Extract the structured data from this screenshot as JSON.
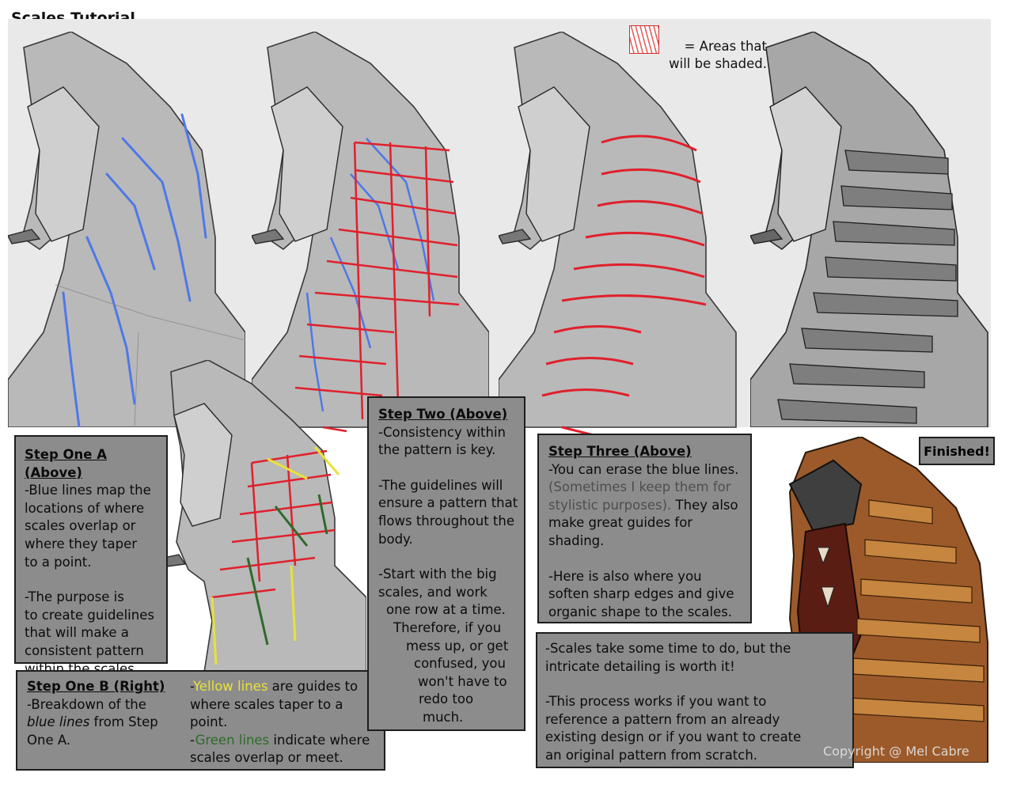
{
  "title": "Scales Tutorial",
  "legend": {
    "line1": "= Areas that",
    "line2": "will be shaded."
  },
  "finished_label": "Finished!",
  "copyright": "Copyright @ Mel Cabre",
  "colors": {
    "blue_guides": "#4f78e6",
    "red_scales": "#e0202c",
    "yellow_guides": "#e8e23a",
    "green_guides": "#2e6b2a",
    "panel_gray": "#8c8c8c"
  },
  "step_one_a": {
    "heading": "Step One A (Above)",
    "lines_1": [
      "-Blue lines map the",
      "locations of where",
      "scales overlap or",
      "where they taper",
      "to a point."
    ],
    "lines_2": [
      "-The purpose is",
      "to create guidelines",
      "that will make a",
      "consistent pattern",
      "within the scales."
    ]
  },
  "step_one_b": {
    "heading": "Step One B (Right)",
    "l1": "-Breakdown of the",
    "l2_em": "blue lines",
    "l2_rest": " from Step",
    "l3": "One A.",
    "r1_pre": "-",
    "r1_hl": "Yellow lines",
    "r1_rest": " are guides to",
    "r2": "where scales taper to a",
    "r3": "point.",
    "r4_pre": "-",
    "r4_hl": "Green lines",
    "r4_rest": " indicate where",
    "r5": "scales overlap or meet."
  },
  "step_two": {
    "heading": "Step Two (Above)",
    "lines_1": [
      "-Consistency within",
      "the pattern is key."
    ],
    "lines_2": [
      "-The guidelines will",
      "ensure a pattern that",
      "flows throughout the",
      "body."
    ],
    "lines_3": [
      "-Start with the big",
      "scales, and work",
      "one row at a time.",
      "Therefore, if you",
      "mess up, or get",
      "confused, you",
      "won't have to",
      "redo too",
      "much."
    ]
  },
  "step_three": {
    "heading": "Step Three (Above)",
    "l1": "-You can erase the blue lines.",
    "l2_muted": "(Sometimes I keep them for",
    "l3_muted": "stylistic purposes).",
    "l3_rest": " They also",
    "l4": "make great guides for",
    "l5": "shading.",
    "l6": "-Here is also where you",
    "l7": "soften sharp edges and give",
    "l8": "organic shape to the scales."
  },
  "final_note": {
    "lines_1": [
      "-Scales take some time to do, but the",
      "intricate detailing is worth it!"
    ],
    "lines_2": [
      "-This process works if you want to",
      "reference a pattern from an already",
      "existing design or if you want to create",
      "an original pattern from scratch."
    ]
  }
}
